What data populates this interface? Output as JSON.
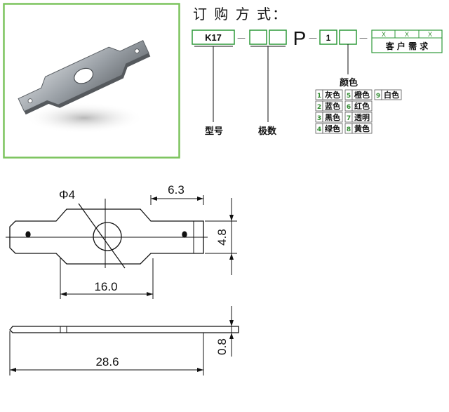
{
  "order": {
    "title": "订 购 方 式：",
    "model": "K17",
    "sep1": "—",
    "prefix": "P",
    "sep2": "—",
    "color_code": "1",
    "sep3": "—",
    "customer_x": [
      "X",
      "X",
      "X"
    ],
    "customer_label": "客 户 需 求",
    "model_label": "型号",
    "poles_label": "极数",
    "color_title": "颜色",
    "colors": [
      {
        "num": "1",
        "name": "灰色"
      },
      {
        "num": "2",
        "name": "蓝色"
      },
      {
        "num": "3",
        "name": "黑色"
      },
      {
        "num": "4",
        "name": "绿色"
      },
      {
        "num": "5",
        "name": "橙色"
      },
      {
        "num": "6",
        "name": "红色"
      },
      {
        "num": "7",
        "name": "透明"
      },
      {
        "num": "8",
        "name": "黄色"
      },
      {
        "num": "9",
        "name": "白色"
      }
    ]
  },
  "drawing": {
    "hole_dia": "Φ4",
    "dim_6_3": "6.3",
    "dim_4_8": "4.8",
    "dim_16_0": "16.0",
    "dim_0_8": "0.8",
    "dim_28_6": "28.6"
  },
  "colors": {
    "frame_green": "#7cc35d",
    "box_green": "#2f9a3a",
    "number_green": "#2f8a2f",
    "line": "#111111"
  }
}
